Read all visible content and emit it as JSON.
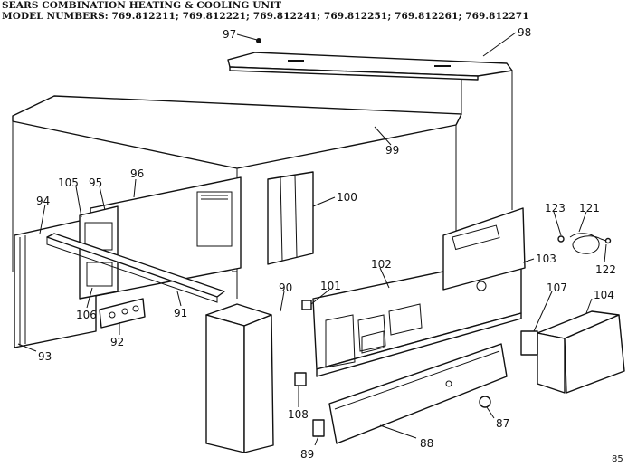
{
  "header": {
    "title": "SEARS COMBINATION HEATING & COOLING UNIT",
    "models": "MODEL NUMBERS: 769.812211; 769.812221; 769.812241; 769.812251; 769.812261; 769.812271"
  },
  "labels": {
    "p97": "97",
    "p98": "98",
    "p99": "99",
    "p100": "100",
    "p94": "94",
    "p105": "105",
    "p95": "95",
    "p96": "96",
    "p93": "93",
    "p106": "106",
    "p92": "92",
    "p91": "91",
    "p90": "90",
    "p101": "101",
    "p102": "102",
    "p103": "103",
    "p123": "123",
    "p121": "121",
    "p122": "122",
    "p107": "107",
    "p104": "104",
    "p108": "108",
    "p87": "87",
    "p88": "88",
    "p89": "89"
  },
  "page_code": "85"
}
